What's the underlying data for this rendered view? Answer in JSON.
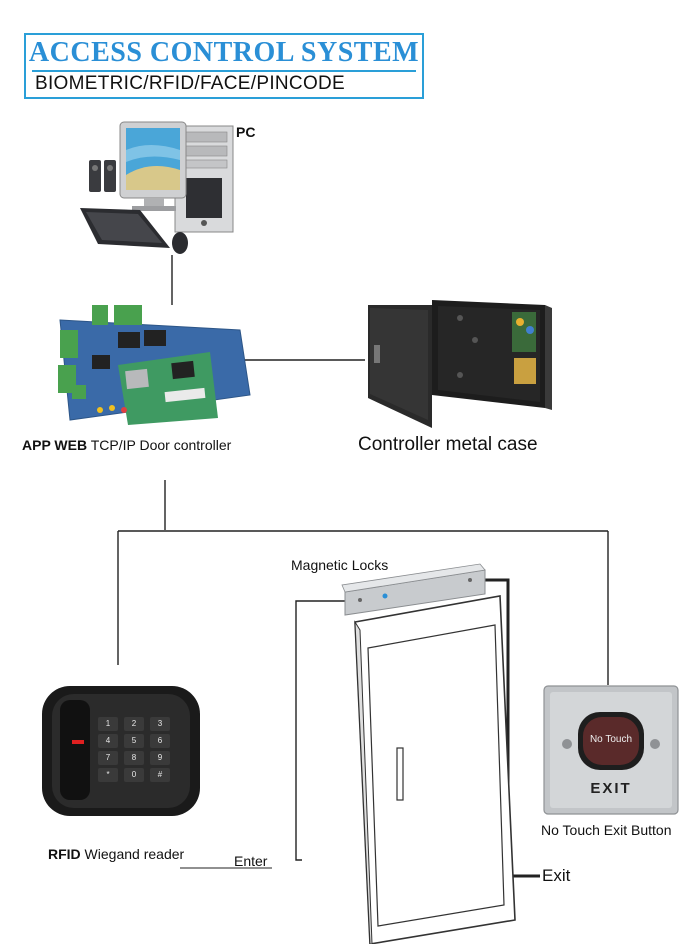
{
  "header": {
    "title": "ACCESS CONTROL SYSTEM",
    "subtitle": "BIOMETRIC/RFID/FACE/PINCODE"
  },
  "labels": {
    "pc": "PC",
    "controller_bold": "APP WEB",
    "controller_rest": " TCP/IP Door controller",
    "metal_case": "Controller metal case",
    "magnetic_locks": "Magnetic Locks",
    "reader_bold": "RFID",
    "reader_rest": " Wiegand reader",
    "enter": "Enter",
    "exit": "Exit",
    "exit_button": "No Touch Exit Button",
    "button_face": "No Touch",
    "button_plate": "EXIT"
  },
  "keypad": [
    "1",
    "2",
    "3",
    "4",
    "5",
    "6",
    "7",
    "8",
    "9",
    "*",
    "0",
    "#"
  ],
  "colors": {
    "accent": "#2a8fd6",
    "pcb_blue": "#3a6aa8",
    "pcb_green": "#3f9a62",
    "case_dark": "#2a2a2a",
    "steel": "#b8bcc0"
  }
}
